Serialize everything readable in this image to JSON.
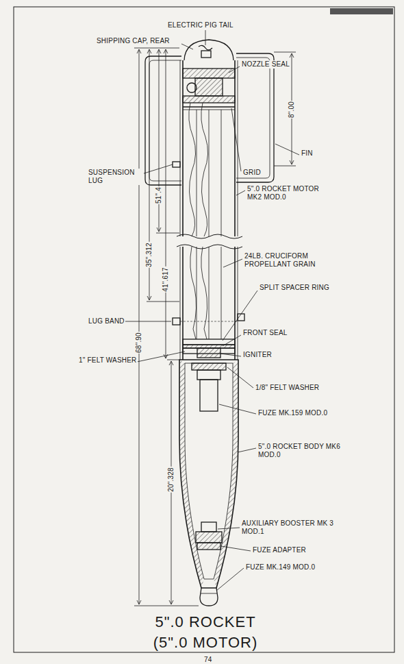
{
  "diagram": {
    "title": "5\".0 ROCKET (5\".0 MOTOR)",
    "labels": [
      "ELECTRIC PIG TAIL",
      "SHIPPING CAP, REAR",
      "NOZZLE SEAL",
      "FIN",
      "SUSPENSION LUG",
      "GRID",
      "5\".0 ROCKET MOTOR MK2 MOD.0",
      "8\".00",
      "24LB. CRUCIFORM PROPELLANT GRAIN",
      "SPLIT SPACER RING",
      "LUG BAND",
      "FRONT SEAL",
      "IGNITER",
      "1\" FELT WASHER",
      "1/8\" FELT WASHER",
      "FUZE MK.159 MOD.0",
      "5\".0 ROCKET BODY MK6 MOD.0",
      "AUXILIARY BOOSTER MK 3 MOD.1",
      "FUZE ADAPTER",
      "FUZE MK.149 MOD.0",
      "51\".4",
      "35\".312",
      "41\".617",
      "68\".90",
      "20\".328",
      "74"
    ]
  }
}
